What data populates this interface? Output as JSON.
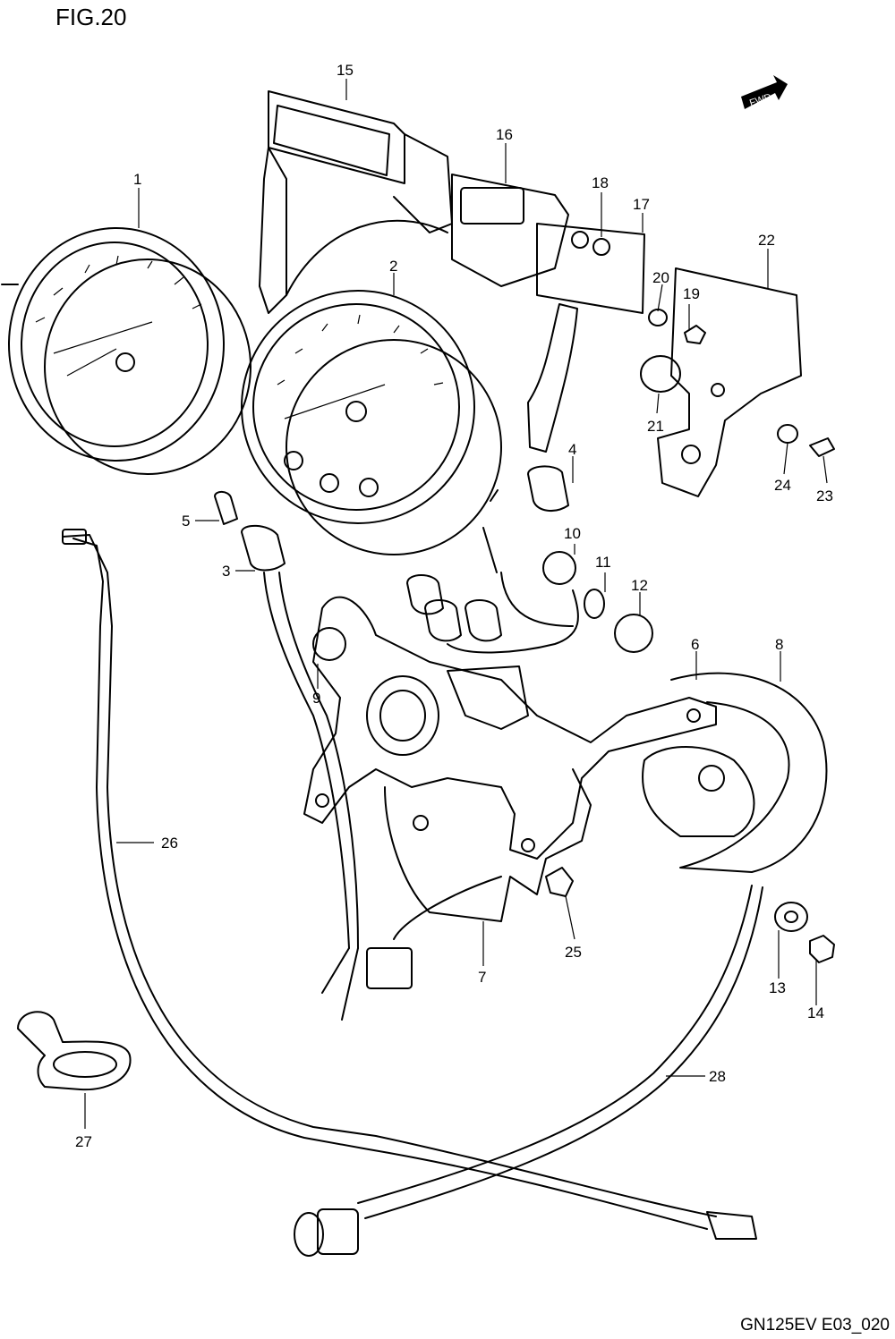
{
  "title": "FIG.20",
  "drawing_code": "GN125EV E03_020",
  "direction_badge": "FWD",
  "callouts": [
    "1",
    "2",
    "3",
    "4",
    "5",
    "6",
    "7",
    "8",
    "9",
    "10",
    "11",
    "12",
    "13",
    "14",
    "15",
    "16",
    "17",
    "18",
    "19",
    "20",
    "21",
    "22",
    "23",
    "24",
    "25",
    "26",
    "27",
    "28"
  ]
}
